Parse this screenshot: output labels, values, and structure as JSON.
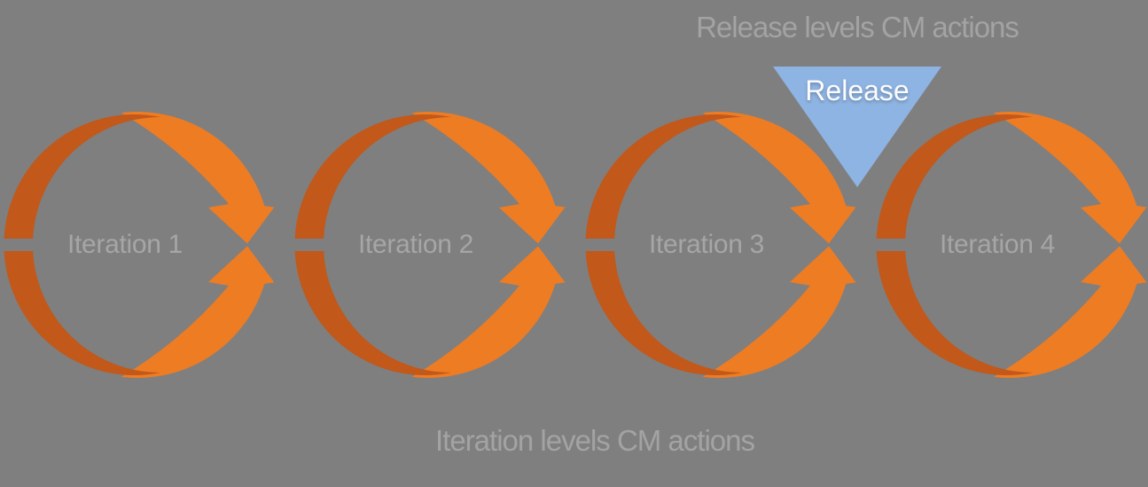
{
  "canvas": {
    "background": "#7F7F7F"
  },
  "captions": {
    "top": "Release levels CM actions",
    "bottom": "Iteration levels CM actions"
  },
  "release_marker": {
    "label": "Release"
  },
  "cycles": [
    {
      "label": "Iteration 1"
    },
    {
      "label": "Iteration 2"
    },
    {
      "label": "Iteration 3"
    },
    {
      "label": "Iteration 4"
    }
  ],
  "colors": {
    "background": "#7F7F7F",
    "arc_dark": "#C2581A",
    "arc_bright": "#EE7C23",
    "release_triangle": "#8EB4E3",
    "release_text": "#FCFCFC",
    "caption_text": "#A3A3A3",
    "cycle_label_text": "#A6A6A6"
  }
}
